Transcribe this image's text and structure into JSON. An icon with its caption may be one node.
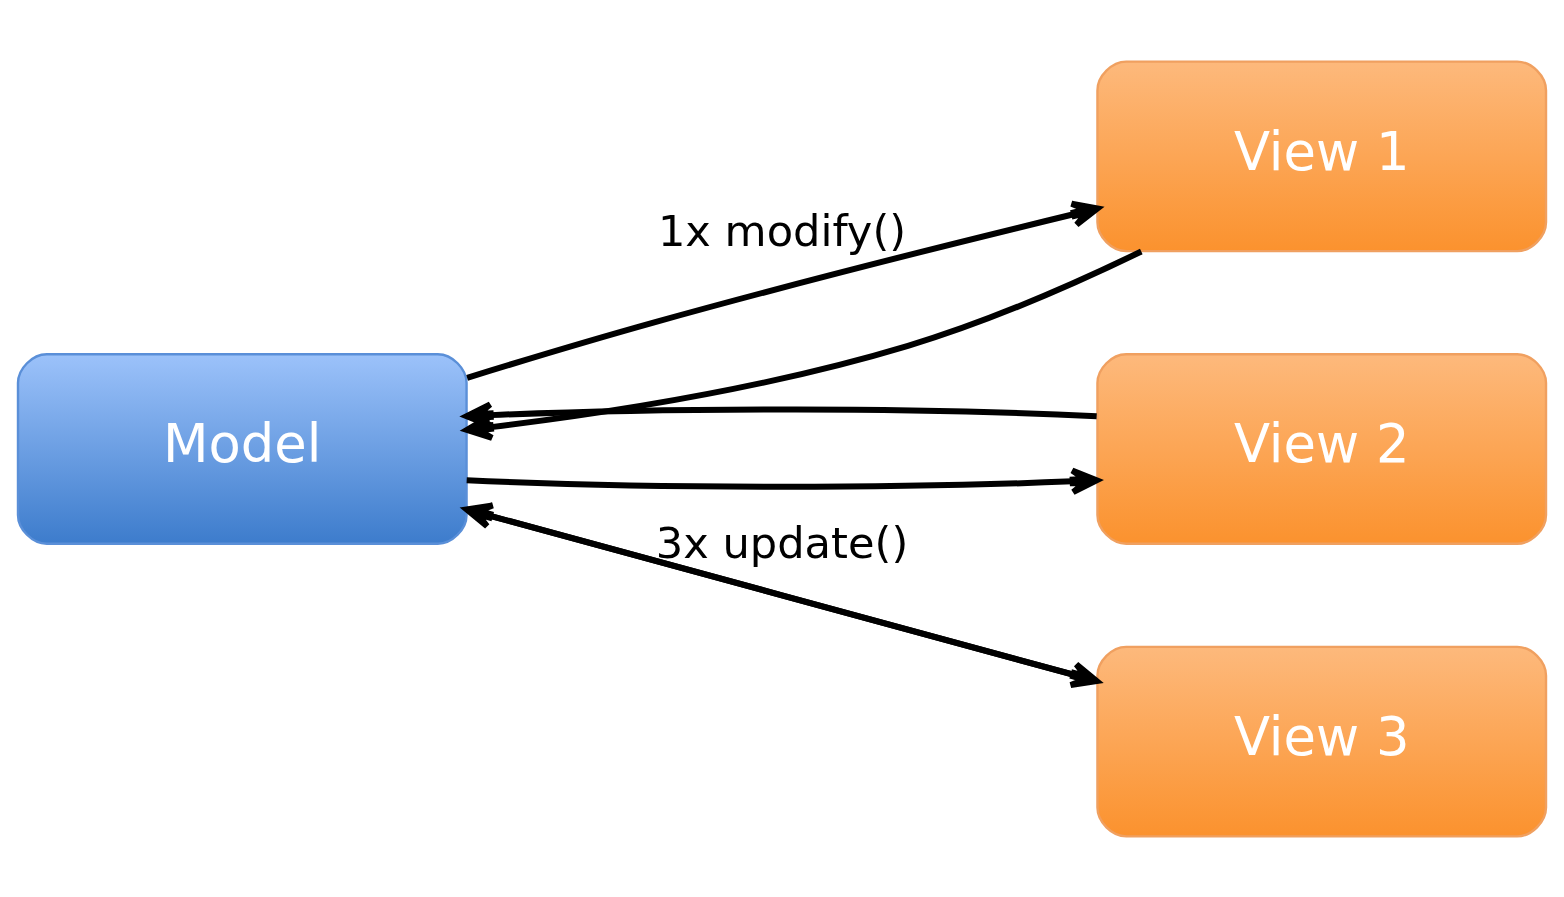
{
  "diagram": {
    "nodes": [
      {
        "text": [
          "Model"
        ]
      },
      {
        "text": [
          "View 1"
        ]
      },
      {
        "text": [
          "View 2"
        ]
      },
      {
        "text": [
          "View 3"
        ]
      }
    ],
    "edges": [
      {
        "from": 0,
        "to": 1,
        "arrow": "to",
        "label": "1x modify()"
      },
      {
        "from": 0,
        "to": 2,
        "arrow": "to"
      },
      {
        "from": 0,
        "to": 3,
        "arrow": "to"
      },
      {
        "from": 1,
        "to": 0,
        "arrow": "to"
      },
      {
        "from": 2,
        "to": 0,
        "arrow": "to"
      },
      {
        "from": 3,
        "to": 0,
        "arrow": "to",
        "label": "3x update()"
      }
    ]
  }
}
